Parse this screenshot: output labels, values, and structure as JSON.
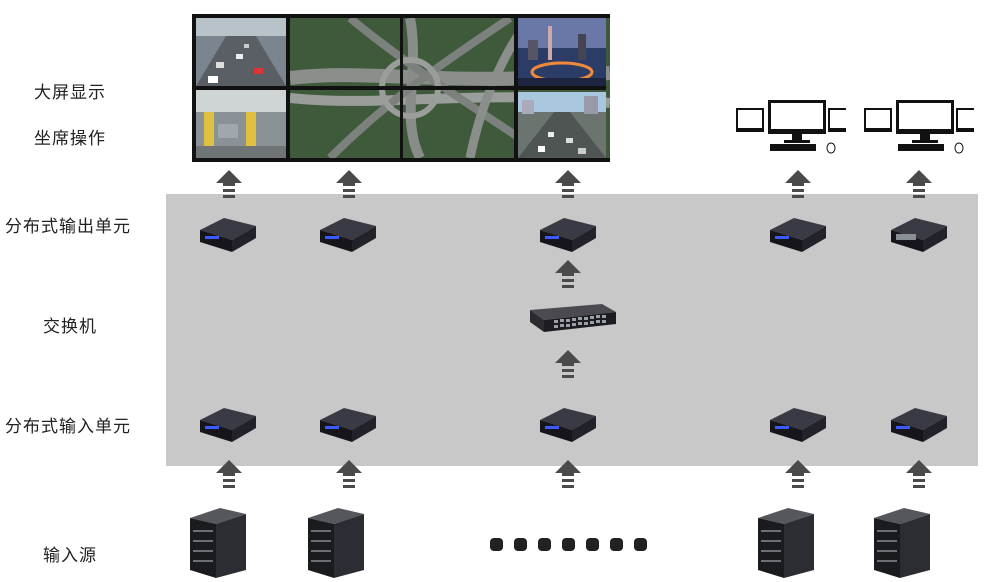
{
  "labels": {
    "wall": "大屏显示",
    "seat": "坐席操作",
    "output": "分布式输出单元",
    "switch": "交换机",
    "input": "分布式输入单元",
    "source": "输入源"
  },
  "colors": {
    "panel": "#c8c8c8",
    "arrow": "#4a4a4a",
    "device": "#1c1c22"
  }
}
